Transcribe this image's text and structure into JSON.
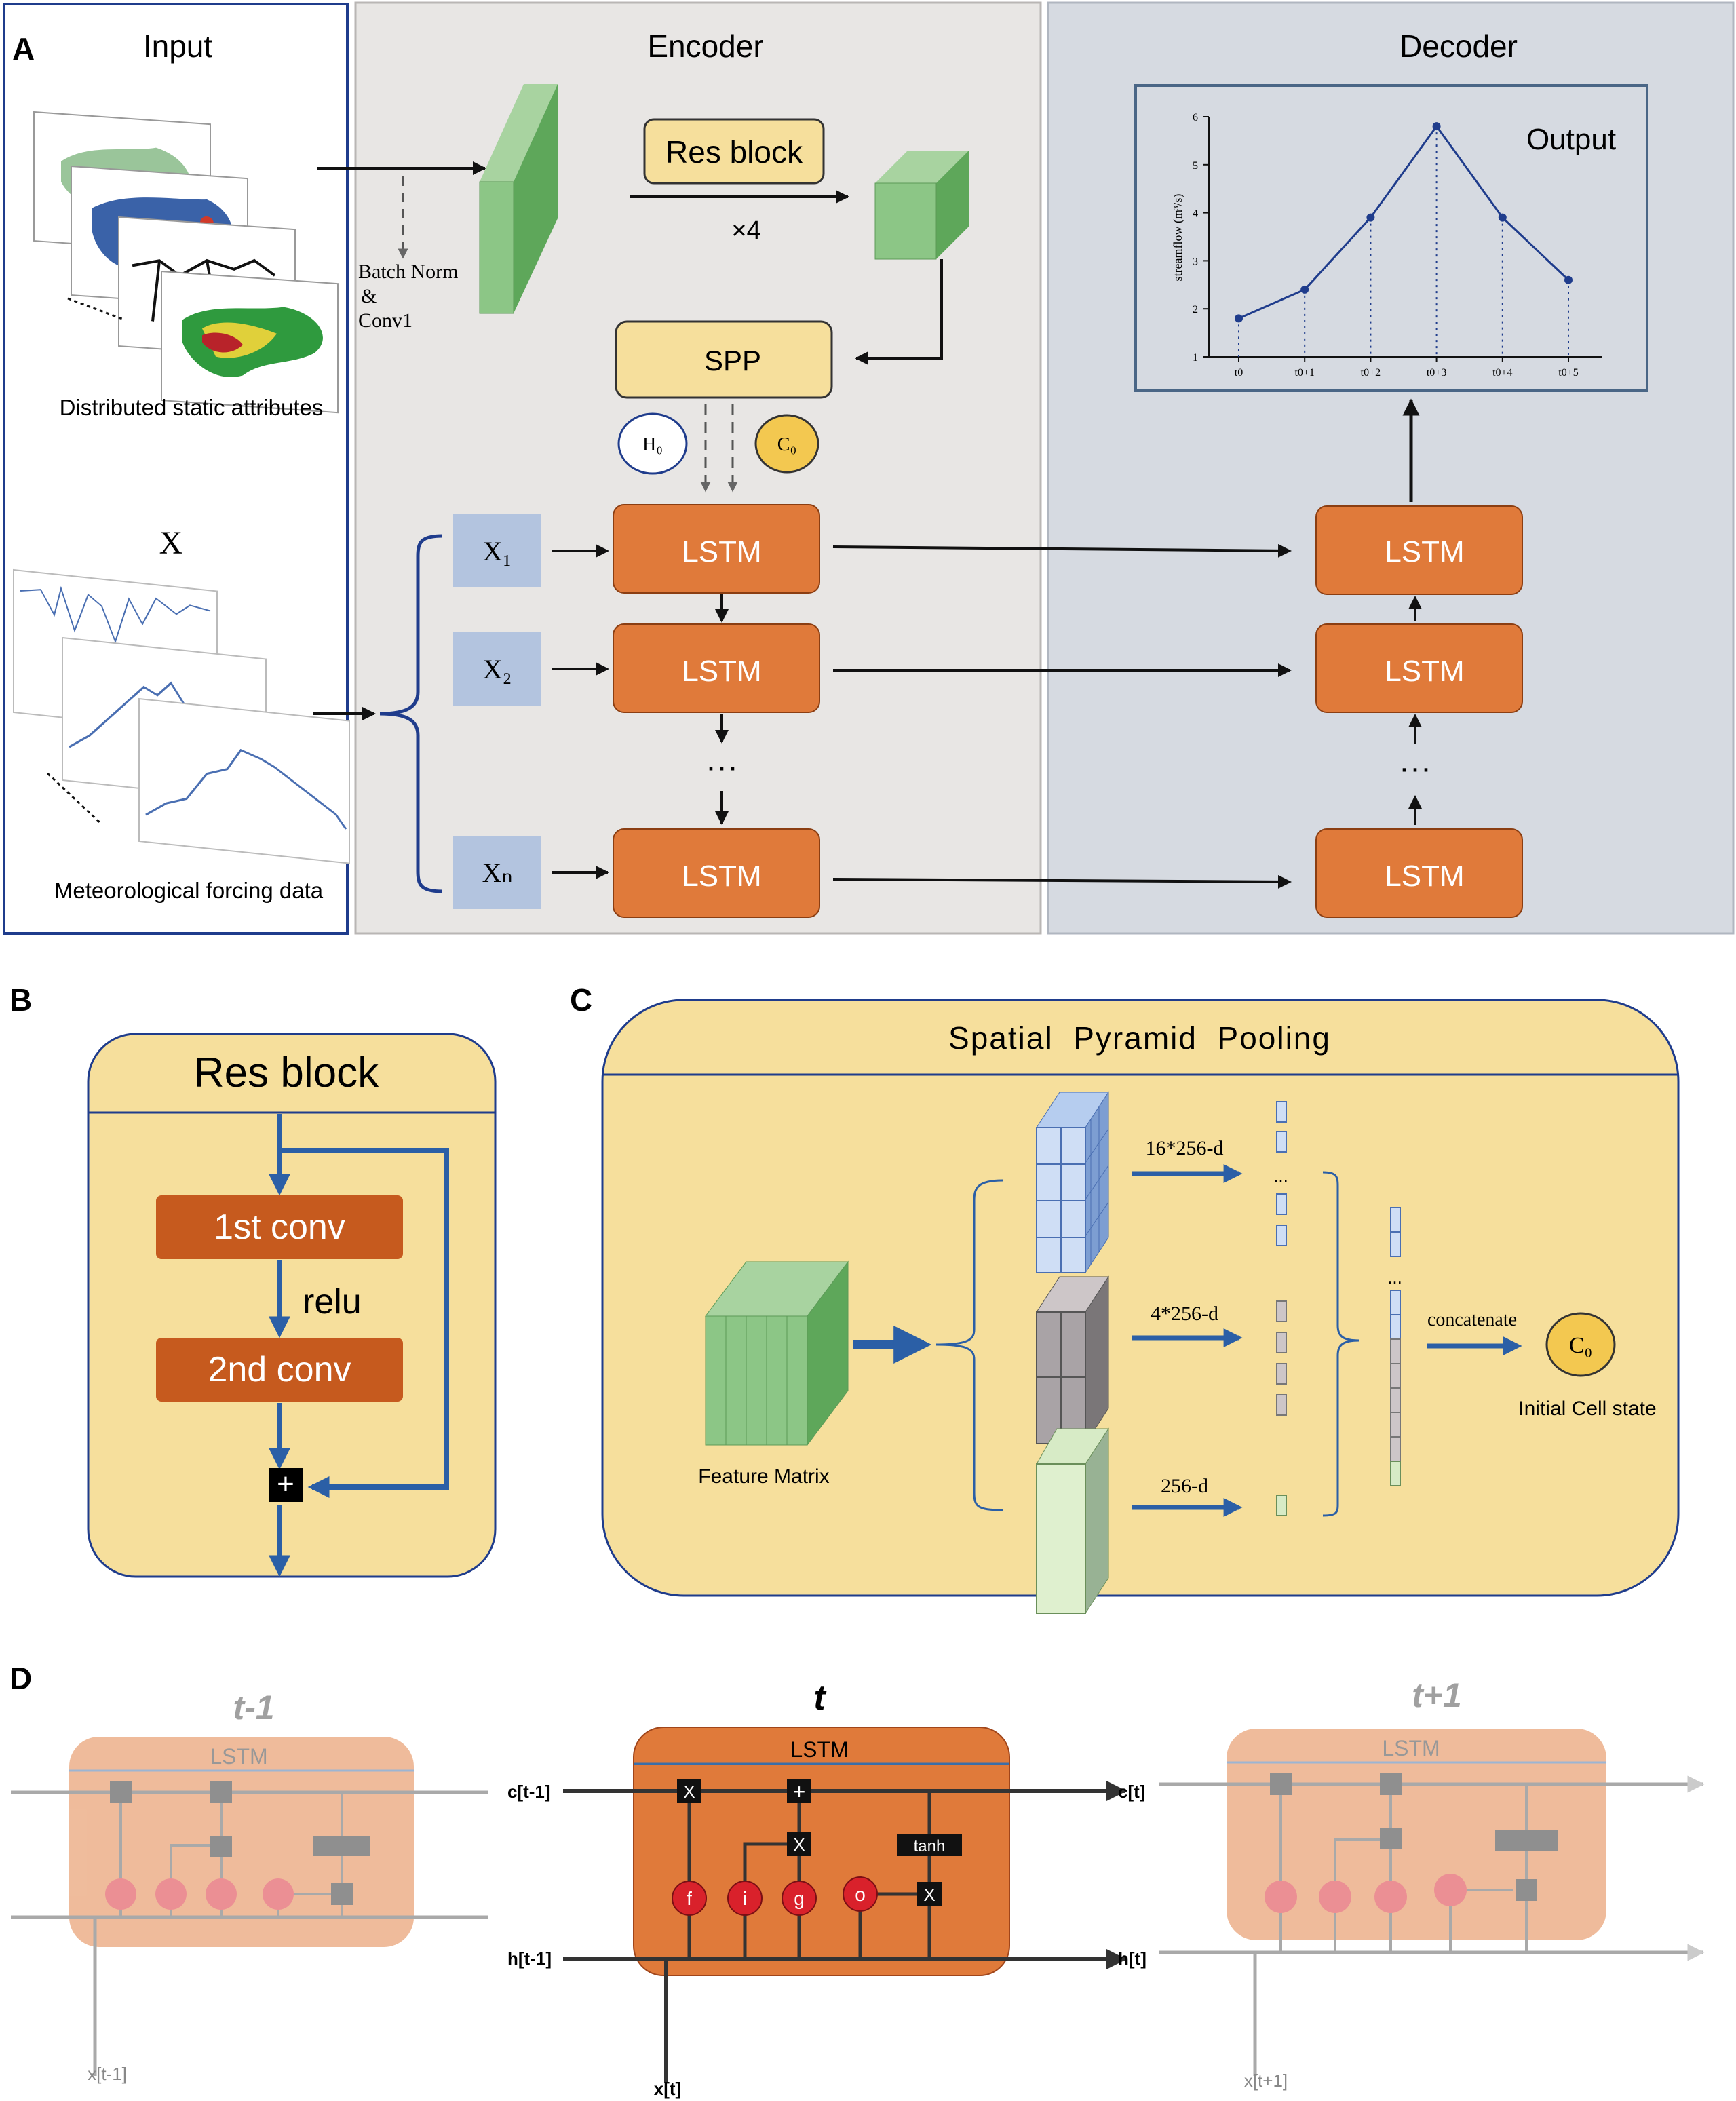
{
  "panel_a": {
    "letter": "A",
    "input_title": "Input",
    "encoder_title": "Encoder",
    "decoder_title": "Decoder",
    "static_caption": "Distributed static attributes",
    "x_label": "X",
    "met_caption": "Meteorological forcing data",
    "batch_norm_1": "Batch Norm",
    "batch_norm_2": "&",
    "batch_norm_3": "Conv1",
    "res_block": "Res block",
    "times4": "×4",
    "spp": "SPP",
    "h0": "H₀",
    "c0": "C₀",
    "x1": "X₁",
    "x2": "X₂",
    "xn": "Xₙ",
    "lstm": "LSTM",
    "dots": "···",
    "output": "Output",
    "plot": {
      "y_axis_label": "streamflow (m³/s)",
      "x_ticks": [
        "t0",
        "t0+1",
        "t0+2",
        "t0+3",
        "t0+4",
        "t0+5"
      ],
      "y_ticks": [
        "1",
        "2",
        "3",
        "4",
        "5",
        "6"
      ],
      "values": [
        1.8,
        2.4,
        3.9,
        5.8,
        3.9,
        2.6
      ],
      "ylim": [
        1,
        6
      ],
      "line_color": "#1f3c8c"
    }
  },
  "panel_b": {
    "letter": "B",
    "title": "Res block",
    "conv1": "1st conv",
    "conv2": "2nd conv",
    "relu": "relu",
    "plus": "+"
  },
  "panel_c": {
    "letter": "C",
    "title": "Spatial  Pyramid  Pooling",
    "feature_matrix": "Feature Matrix",
    "d16": "16*256-d",
    "d4": "4*256-d",
    "d1": "256-d",
    "concatenate": "concatenate",
    "c0": "C₀",
    "initial_cell": "Initial Cell state",
    "dots": "..."
  },
  "panel_d": {
    "letter": "D",
    "steps": [
      {
        "title": "t-1",
        "c_out": "c[t-1]",
        "h_out": "h[t-1]",
        "x_in": "x[t-1]"
      },
      {
        "title": "t",
        "c_out": "c[t]",
        "h_out": "h[t]",
        "x_in": "x[t]"
      },
      {
        "title": "t+1",
        "x_in": "x[t+1]"
      }
    ],
    "lstm": "LSTM",
    "gates": [
      "f",
      "i",
      "g",
      "o"
    ],
    "tanh": "tanh",
    "mult": "X",
    "plus": "+"
  },
  "colors": {
    "lstm_orange": "#e07a3a",
    "yellow_fill": "#f6df9c",
    "encoder_bg": "#e8e6e4",
    "decoder_bg": "#d6dae1",
    "x_box": "#b3c4df",
    "input_border": "#1f3c8c",
    "gate_red": "#d9212b",
    "arrow_blue": "#2b5fa6",
    "conv_brown": "#c65a1e"
  }
}
